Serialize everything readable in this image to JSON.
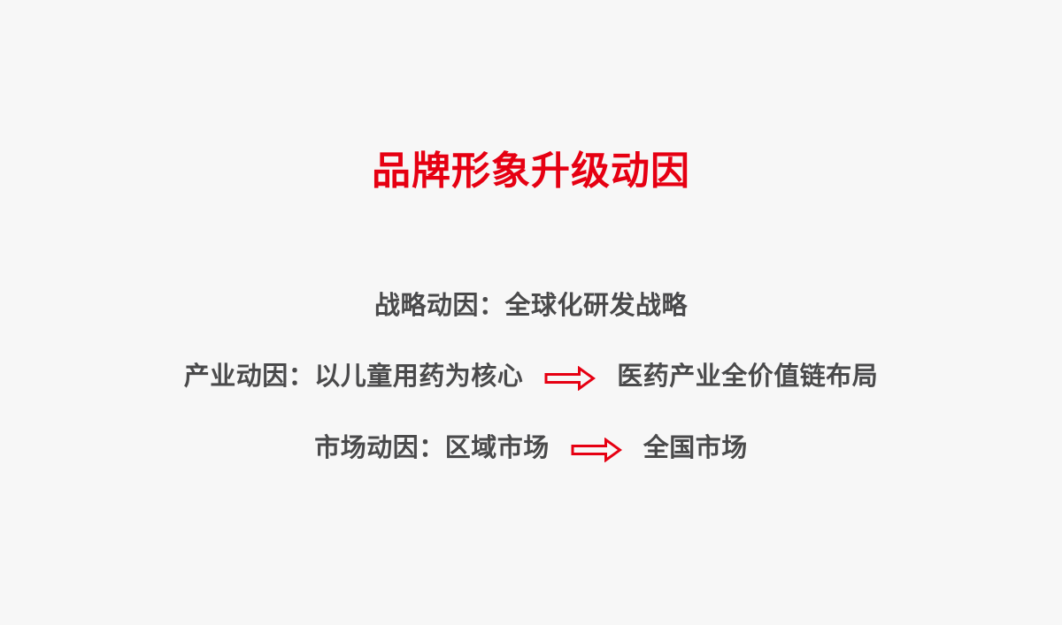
{
  "slide": {
    "title": "品牌形象升级动因",
    "colors": {
      "background": "#f7f7f7",
      "title_text": "#e60012",
      "body_text": "#4a4a4b",
      "arrow_stroke": "#e60012"
    },
    "rows": [
      {
        "text": "战略动因：全球化研发战略"
      },
      {
        "before_arrow": "产业动因：以儿童用药为核心",
        "arrow_icon": "right-block-arrow-icon",
        "after_arrow": "医药产业全价值链布局"
      },
      {
        "before_arrow": "市场动因：区域市场",
        "arrow_icon": "right-block-arrow-icon",
        "after_arrow": "全国市场"
      }
    ]
  }
}
